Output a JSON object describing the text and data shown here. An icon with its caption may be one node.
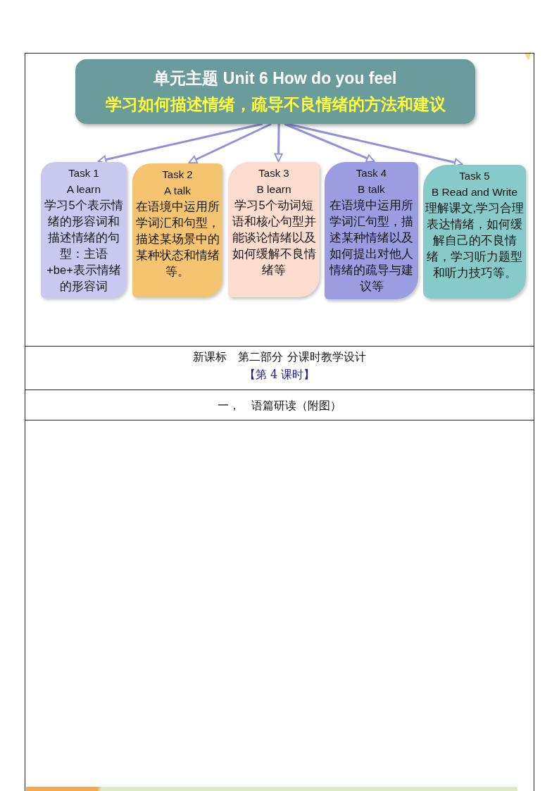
{
  "diagram": {
    "nodes": [
      {
        "text": [
          "单元主题 Unit 6 How do you feel",
          "学习如何描述情绪，疏导不良情绪的方法和建议"
        ]
      },
      {
        "text": [
          "Task 1",
          "A learn",
          "学习5个表示情绪的形容词和描述情绪的句型：主语+be+表示情绪的形容词"
        ]
      },
      {
        "text": [
          "Task 2",
          "A talk",
          "在语境中运用所学词汇和句型，描述某场景中的某种状态和情绪等。"
        ]
      },
      {
        "text": [
          "Task 3",
          "B learn",
          "学习5个动词短语和核心句型并能谈论情绪以及如何缓解不良情绪等"
        ]
      },
      {
        "text": [
          "Task 4",
          "B talk",
          "在语境中运用所学词汇句型，描述某种情绪以及如何提出对他人情绪的疏导与建议等"
        ]
      },
      {
        "text": [
          "Task 5",
          "B Read and Write",
          "理解课文,学习合理表达情绪，如何缓解自己的不良情绪，学习听力题型和听力技巧等。"
        ]
      }
    ],
    "edges": [
      {
        "from": 0,
        "to": 1,
        "arrow": "to"
      },
      {
        "from": 0,
        "to": 2,
        "arrow": "to"
      },
      {
        "from": 0,
        "to": 3,
        "arrow": "to"
      },
      {
        "from": 0,
        "to": 4,
        "arrow": "to"
      },
      {
        "from": 0,
        "to": 5,
        "arrow": "to"
      }
    ],
    "labels": [
      "新课标　第二部分 分课时教学设计",
      "【第 4 课时】",
      "一，　语篇研读（附图）"
    ]
  }
}
